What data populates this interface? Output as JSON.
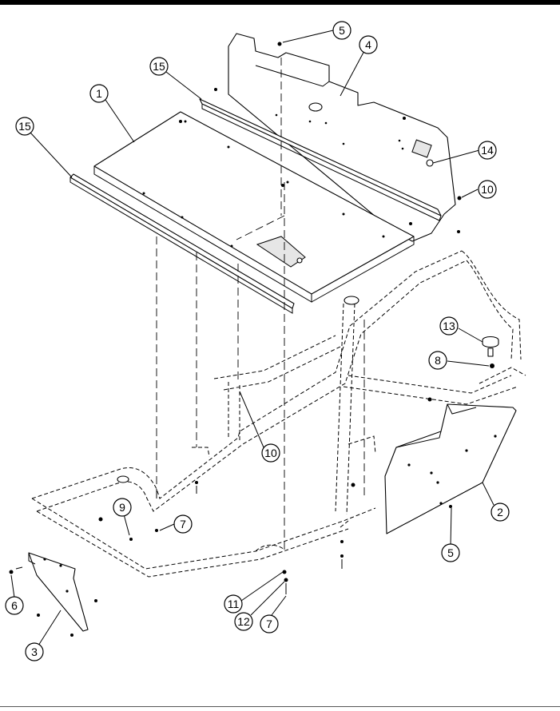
{
  "callouts": [
    {
      "id": "c5a",
      "label": "5"
    },
    {
      "id": "c4",
      "label": "4"
    },
    {
      "id": "c15a",
      "label": "15"
    },
    {
      "id": "c1",
      "label": "1"
    },
    {
      "id": "c15b",
      "label": "15"
    },
    {
      "id": "c14",
      "label": "14"
    },
    {
      "id": "c10a",
      "label": "10"
    },
    {
      "id": "c13",
      "label": "13"
    },
    {
      "id": "c8",
      "label": "8"
    },
    {
      "id": "c10b",
      "label": "10"
    },
    {
      "id": "c2",
      "label": "2"
    },
    {
      "id": "c9",
      "label": "9"
    },
    {
      "id": "c7a",
      "label": "7"
    },
    {
      "id": "c5b",
      "label": "5"
    },
    {
      "id": "c6",
      "label": "6"
    },
    {
      "id": "c11",
      "label": "11"
    },
    {
      "id": "c12",
      "label": "12"
    },
    {
      "id": "c7b",
      "label": "7"
    },
    {
      "id": "c3",
      "label": "3"
    }
  ]
}
